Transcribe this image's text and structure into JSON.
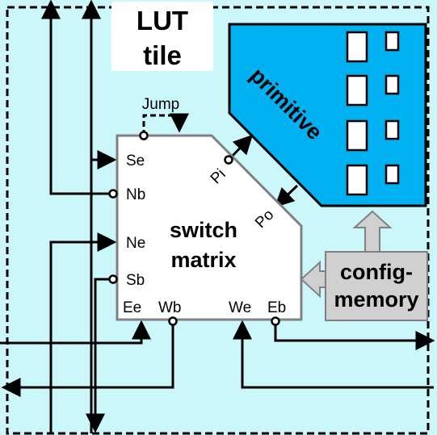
{
  "tile": {
    "title_line1": "LUT",
    "title_line2": "tile",
    "background_color": "#ccf7fa"
  },
  "switch_matrix": {
    "label_line1": "switch",
    "label_line2": "matrix",
    "fill_color": "#ffffff",
    "border_color": "#808080"
  },
  "primitive": {
    "label": "primitive",
    "fill_color": "#00b0f0"
  },
  "config_memory": {
    "label_line1": "config-",
    "label_line2": "memory",
    "fill_color": "#d0d0d0"
  },
  "jump_label": "Jump",
  "ports": {
    "se": "Se",
    "nb": "Nb",
    "ne": "Ne",
    "sb": "Sb",
    "ee": "Ee",
    "wb": "Wb",
    "we": "We",
    "eb": "Eb",
    "pi": "Pi",
    "po": "Po"
  }
}
